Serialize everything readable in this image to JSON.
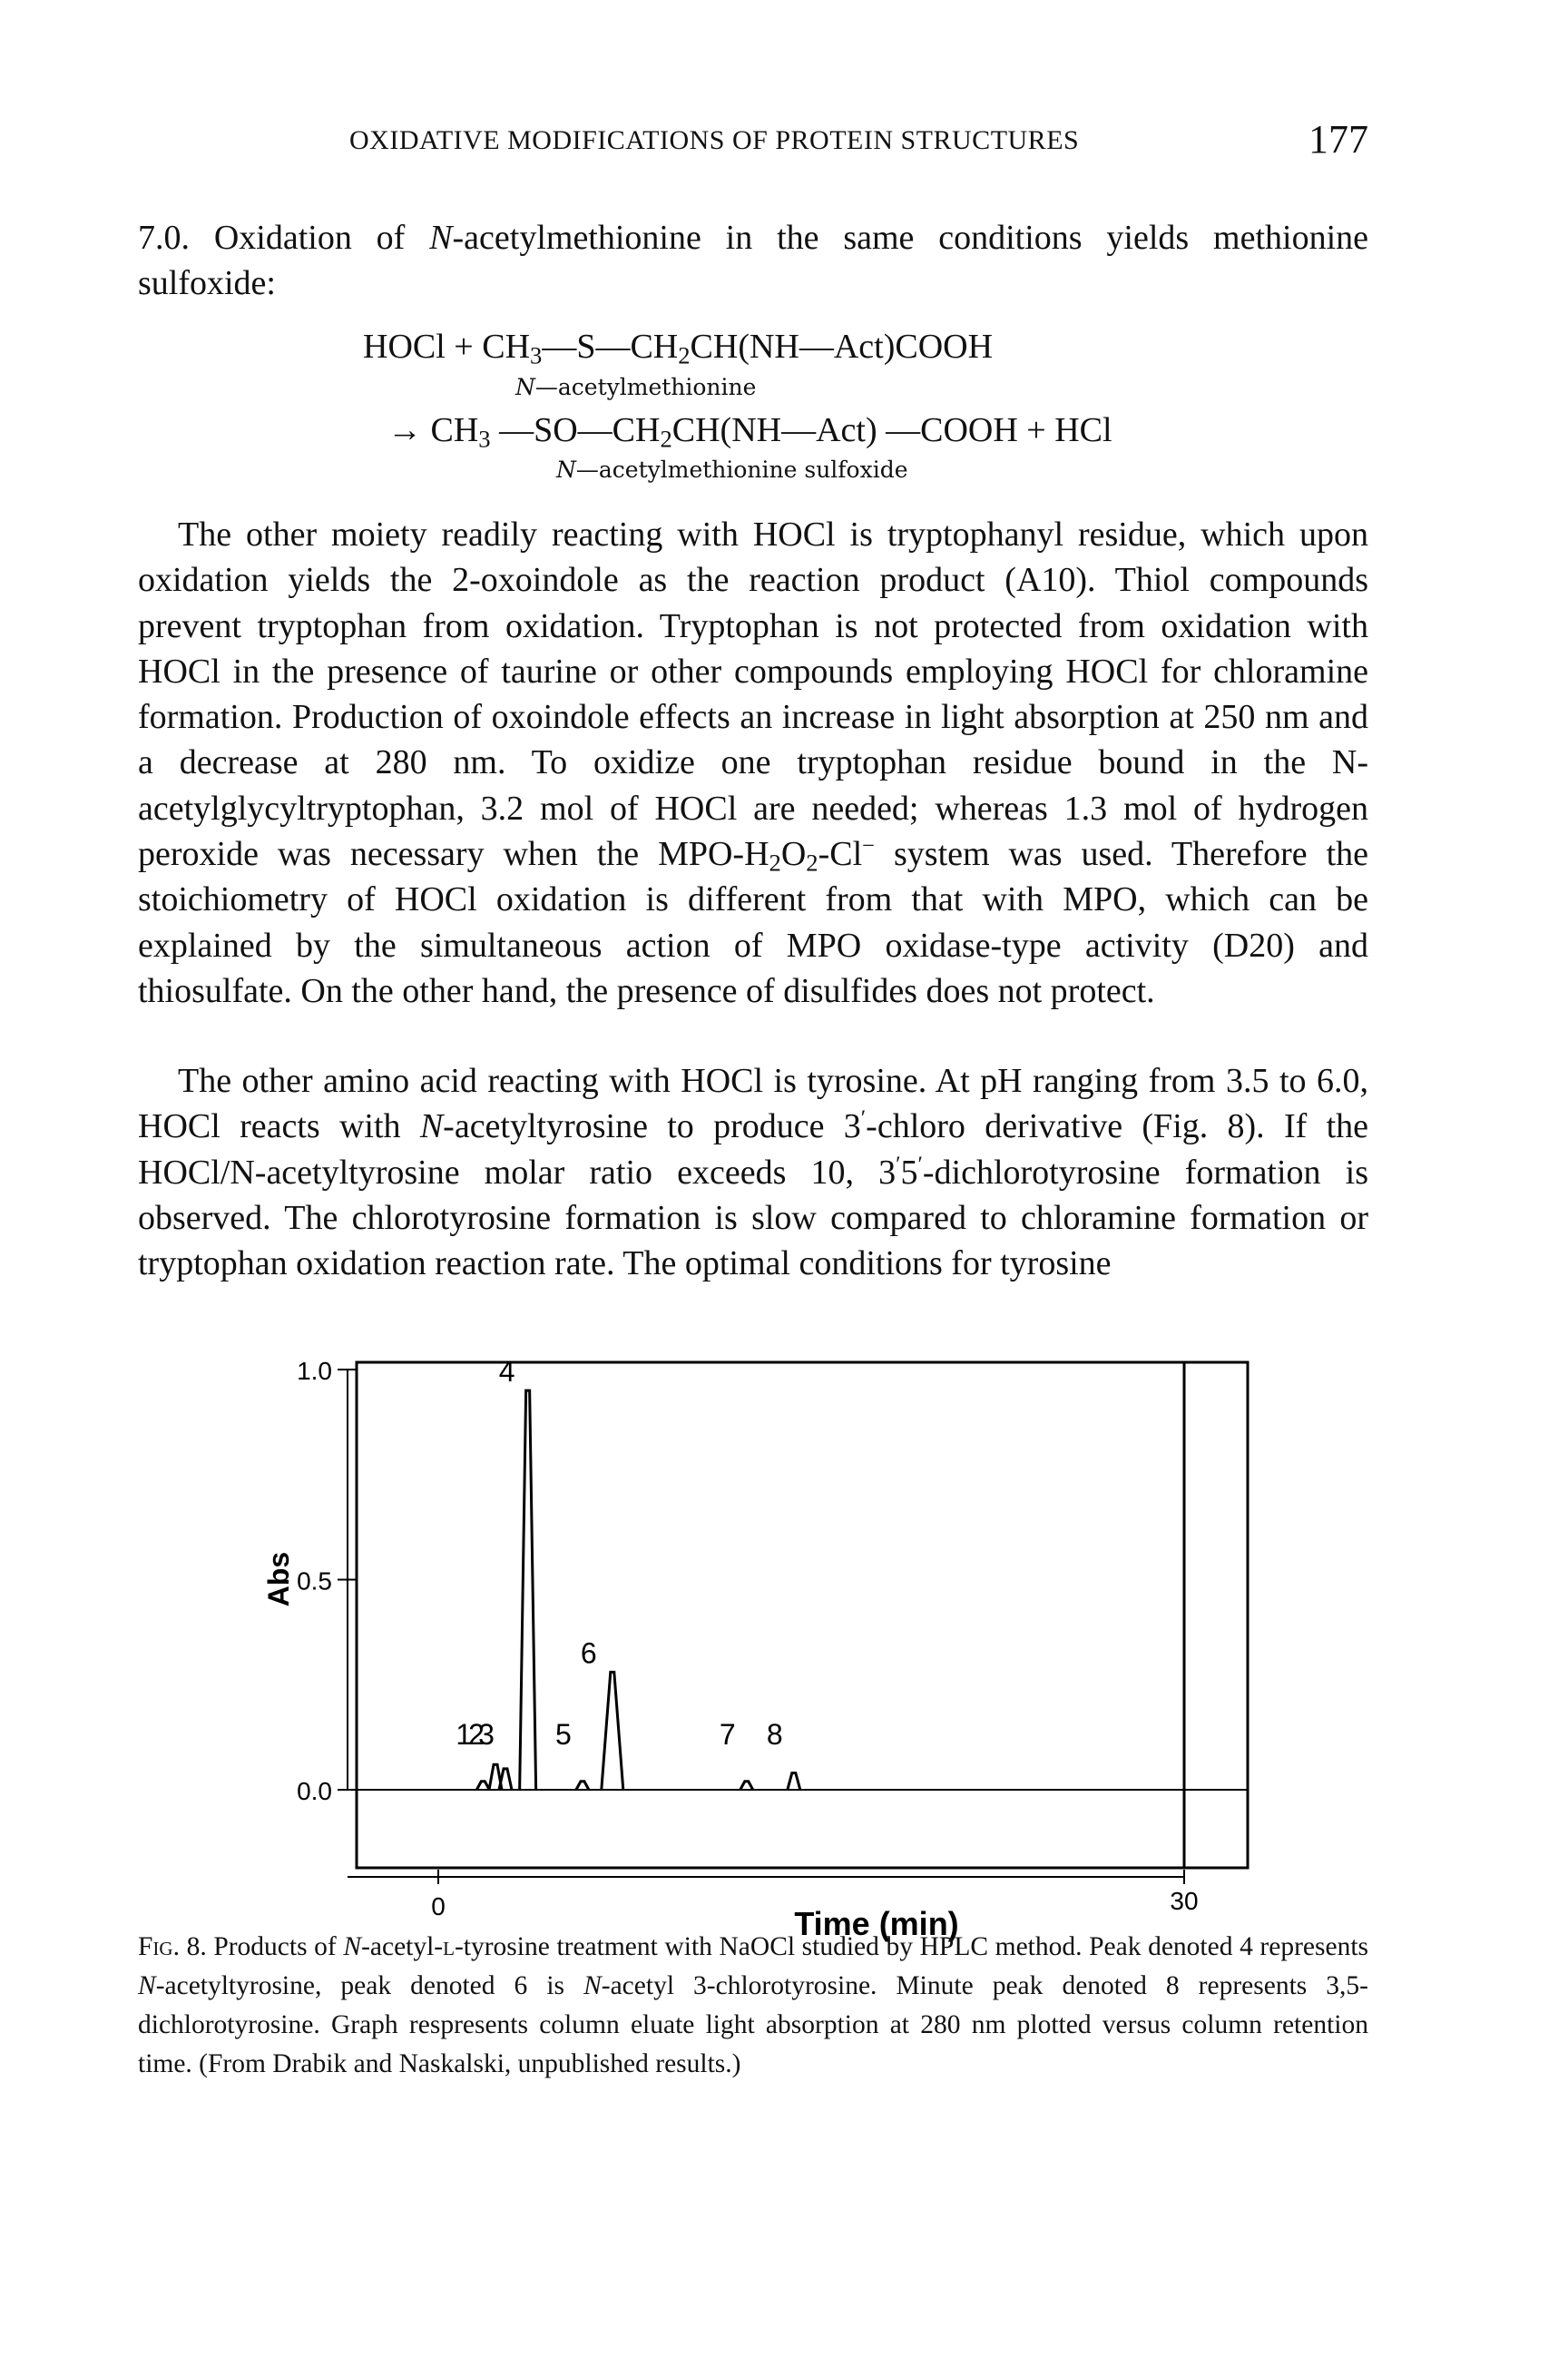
{
  "header": {
    "running_title": "OXIDATIVE MODIFICATIONS OF PROTEIN STRUCTURES",
    "page_number": "177"
  },
  "intro": {
    "line": "7.0. Oxidation of ",
    "n_italic": "N",
    "rest": "-acetylmethionine in the same conditions yields methionine sulfoxide:"
  },
  "equation": {
    "line1": "HOCl + CH",
    "line1_sub": "3",
    "line1_b": "—S—CH",
    "line1_sub2": "2",
    "line1_c": "CH(NH—Act)COOH",
    "label1_n": "N",
    "label1": "—acetylmethionine",
    "line2_arrow": "→ CH",
    "line2_sub": "3",
    "line2_b": " —SO—CH",
    "line2_sub2": "2",
    "line2_c": "CH(NH—Act) —COOH + HCl",
    "label2_n": "N",
    "label2": "—acetylmethionine sulfoxide"
  },
  "para1": {
    "a": "The other moiety readily reacting with HOCl is tryptophanyl residue, which upon oxidation yields the 2-oxoindole as the reaction product (A10). Thiol compounds prevent tryptophan from oxidation. Tryptophan is not protected from oxidation with HOCl in the presence of taurine or other compounds employing HOCl for chloramine formation. Production of oxoindole effects an increase in light absorption at 250 nm and a decrease at 280 nm. To oxidize one tryptophan residue bound in the N-acetylglycyltryptophan, 3.2 mol of HOCl are needed; whereas 1.3 mol of hydrogen peroxide was necessary when the MPO-H",
    "sub1": "2",
    "b": "O",
    "sub2": "2",
    "c": "-Cl",
    "sup": "−",
    "d": " system was used. Therefore the stoichiometry of HOCl oxidation is different from that with MPO, which can be explained by the simultaneous action of MPO oxidase-type activity (D20) and thiosulfate. On the other hand, the presence of disulfides does not protect."
  },
  "para2": {
    "a": "The other amino acid reacting with HOCl is tyrosine. At pH ranging from 3.5 to 6.0, HOCl reacts with ",
    "n": "N",
    "b": "-acetyltyrosine to produce 3",
    "prime1": "′",
    "c": "-chloro derivative (Fig. 8). If the HOCl/N-acetyltyrosine molar ratio exceeds 10, 3",
    "prime2": "′",
    "d": "5",
    "prime3": "′",
    "e": "-dichlorotyrosine formation is observed. The chlorotyrosine formation is slow compared to chloramine formation or tryptophan oxidation reaction rate. The optimal conditions for tyrosine"
  },
  "caption": {
    "fig": "Fig",
    "fig_rest": ". 8.",
    "a": " Products of ",
    "n1": "N",
    "b": "-acetyl-",
    "l": "l",
    "c": "-tyrosine treatment with NaOCl studied by HPLC method. Peak denoted 4 represents ",
    "n2": "N",
    "d": "-acetyltyrosine, peak denoted 6 is ",
    "n3": "N",
    "e": "-acetyl 3-chlorotyrosine. Minute peak denoted 8 represents 3,5-dichlorotyrosine. Graph respresents column eluate light absorption at 280 nm plotted versus column retention time. (From Drabik and Naskalski, unpublished results.)"
  },
  "chart_data": {
    "type": "line",
    "xlabel": "Time (min)",
    "ylabel": "Abs",
    "xlim": [
      0,
      30
    ],
    "ylim": [
      0.0,
      1.0
    ],
    "x_ticks": [
      "0",
      "30"
    ],
    "y_ticks": [
      "0.0",
      "0.5",
      "1.0"
    ],
    "grid": false,
    "peaks": [
      {
        "label": "1",
        "time": 1.8,
        "abs": 0.02
      },
      {
        "label": "2",
        "time": 2.3,
        "abs": 0.06
      },
      {
        "label": "3",
        "time": 2.7,
        "abs": 0.05
      },
      {
        "label": "4",
        "time": 3.6,
        "abs": 0.95
      },
      {
        "label": "5",
        "time": 5.8,
        "abs": 0.02
      },
      {
        "label": "6",
        "time": 7.0,
        "abs": 0.28
      },
      {
        "label": "7",
        "time": 12.4,
        "abs": 0.02
      },
      {
        "label": "8",
        "time": 14.3,
        "abs": 0.04
      }
    ]
  }
}
